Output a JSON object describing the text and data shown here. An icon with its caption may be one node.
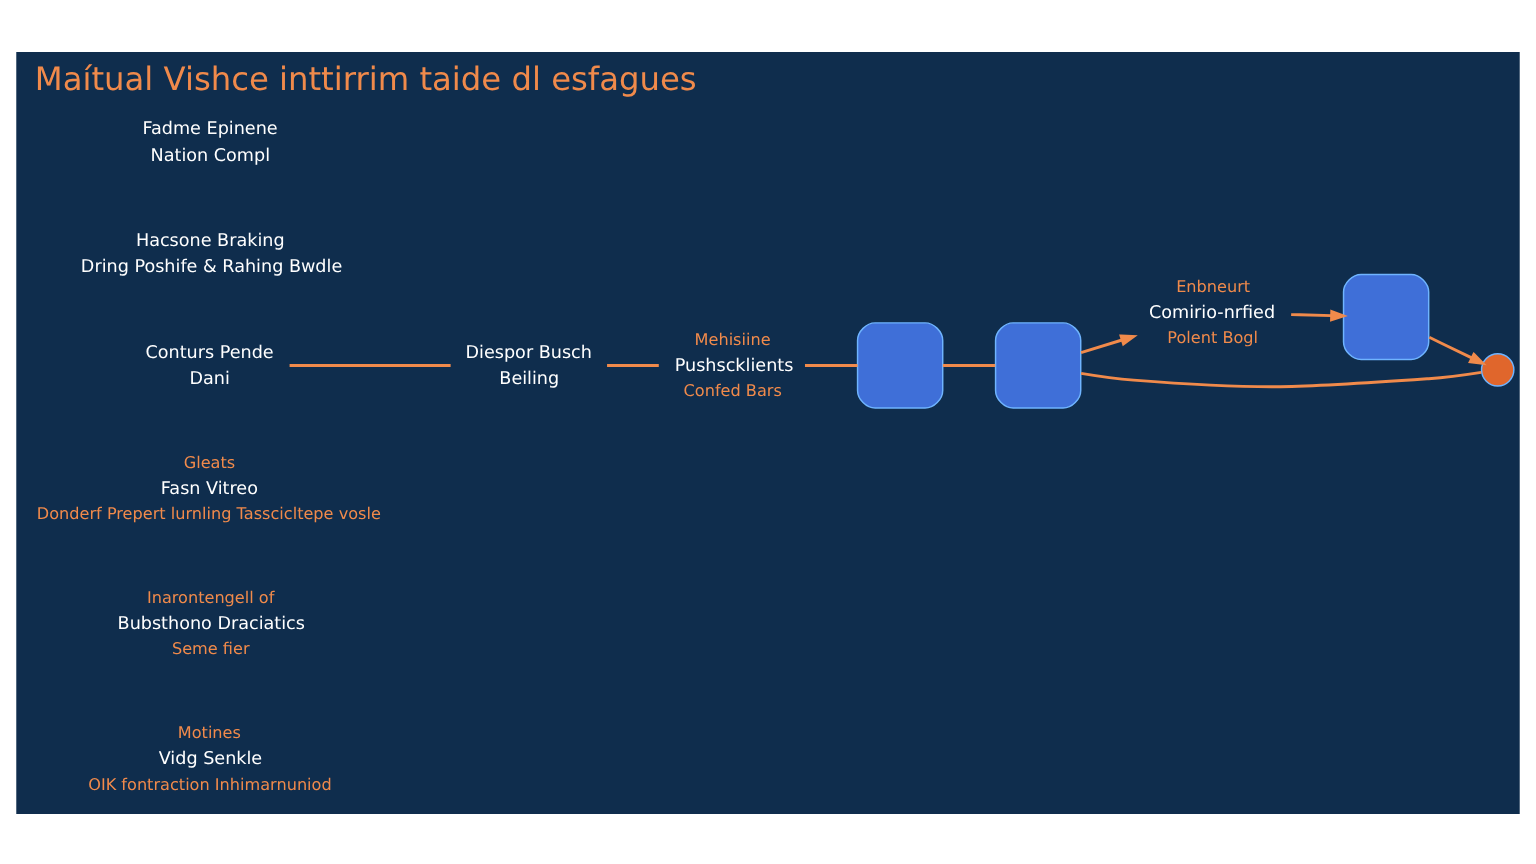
{
  "diagram": {
    "title": "Maítual Vishce inttirrim taide dl esfagues",
    "nodes": [
      {
        "text": [
          "Motines",
          "Vidg Senkle",
          "OIK fontraction Inhimarnuniod"
        ]
      },
      {
        "text": [
          "Inarontengell of",
          "Bubsthono Draciatics",
          "Seme fier"
        ]
      },
      {
        "text": [
          "Gleats",
          "Fasn Vitreo",
          "Donderf Prepert lurnling Tasscicltepe vosle"
        ]
      },
      {
        "text": [
          "Enbneurt",
          "Comirio-nrfied",
          "Polent Bogl"
        ]
      },
      {
        "text": [
          "Conturs Pende",
          "Dani"
        ]
      },
      {
        "text": [
          "Diespor Busch",
          "Beiling"
        ]
      },
      {
        "text": [
          "Mehisiine",
          "Pushscklients",
          "Confed Bars"
        ]
      },
      {
        "text": [
          "Hacsone Braking",
          "Dring Poshife & Rahing Bwdle"
        ]
      },
      {
        "text": [
          "Fadme Epinene",
          "Nation Compl"
        ]
      },
      {
        "text": [],
        "shape": "box"
      },
      {
        "text": [],
        "shape": "box"
      },
      {
        "text": [],
        "shape": "box"
      },
      {
        "text": [],
        "shape": "circle"
      }
    ],
    "edges": [
      {
        "from": 4,
        "to": 5,
        "arrow": "none"
      },
      {
        "from": 5,
        "to": 6,
        "arrow": "none"
      },
      {
        "from": 6,
        "to": 9,
        "arrow": "none"
      },
      {
        "from": 9,
        "to": 10,
        "arrow": "none"
      },
      {
        "from": 10,
        "to": 3,
        "arrow": "to"
      },
      {
        "from": 3,
        "to": 11,
        "arrow": "to"
      },
      {
        "from": 11,
        "to": 12,
        "arrow": "to"
      },
      {
        "from": 10,
        "to": 12,
        "arrow": "none"
      }
    ]
  }
}
